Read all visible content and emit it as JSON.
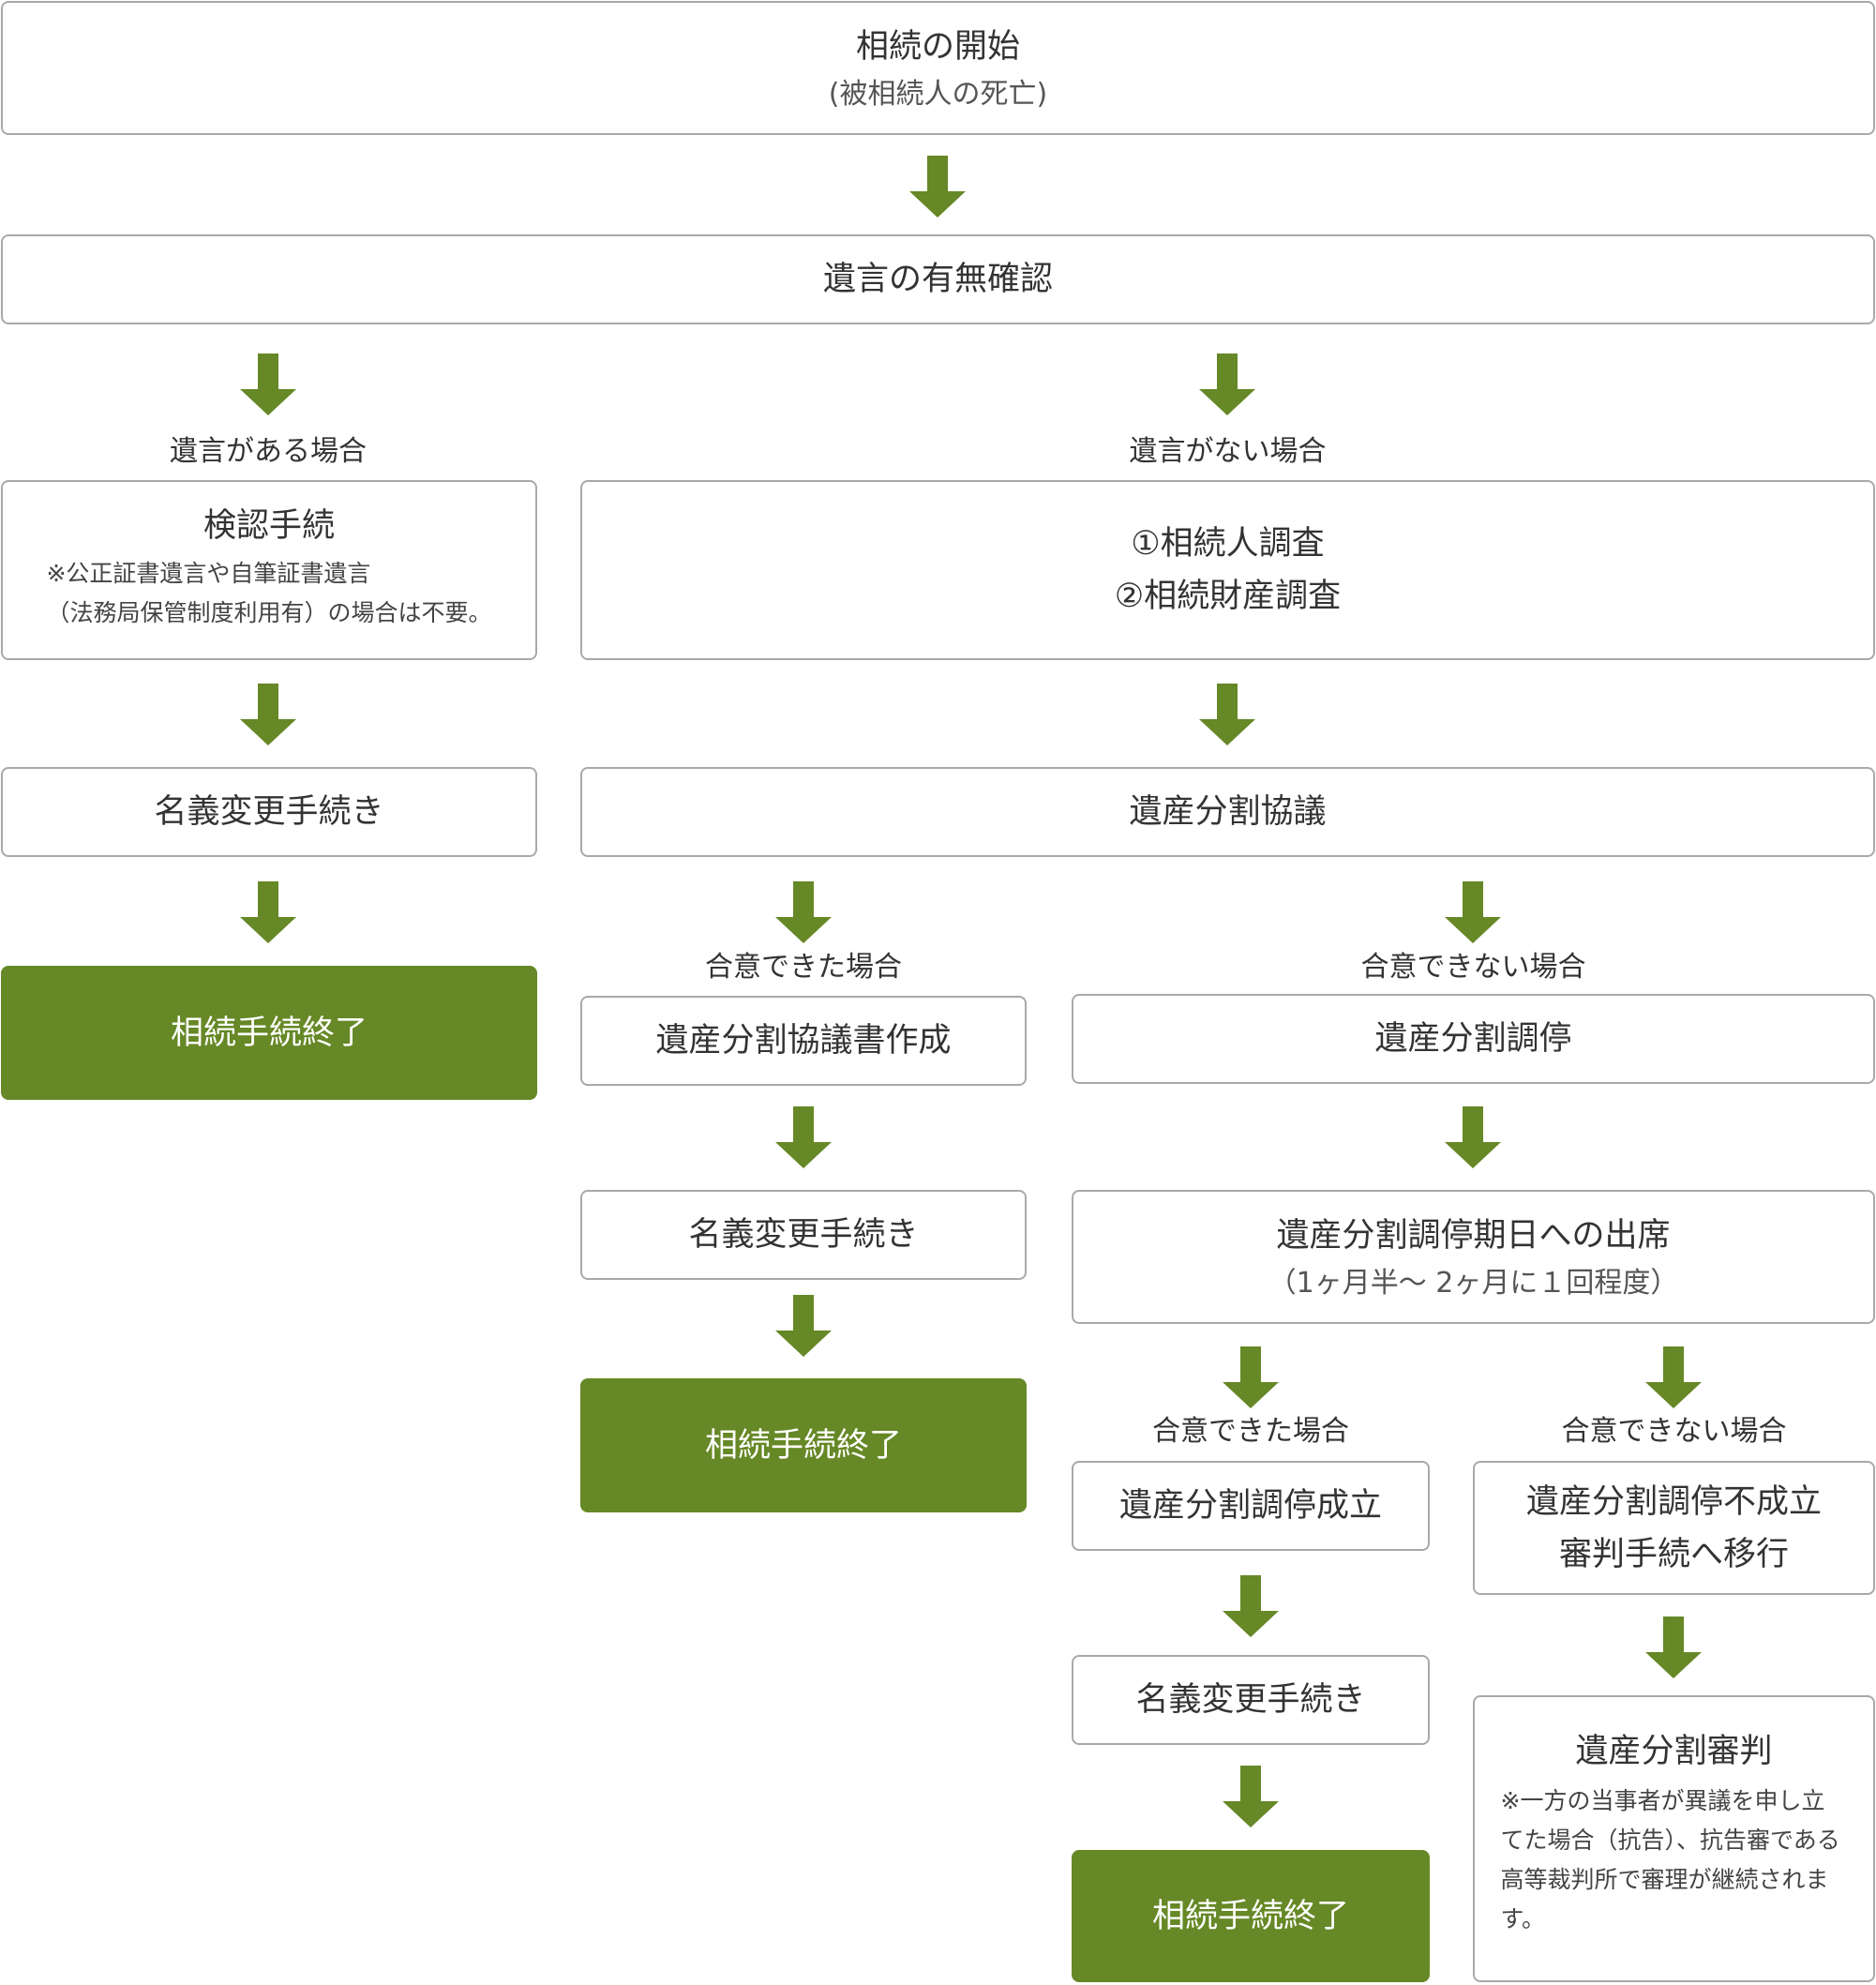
{
  "start": {
    "title": "相続の開始",
    "sub": "(被相続人の死亡)"
  },
  "will_check": "遺言の有無確認",
  "with_will": {
    "label": "遺言がある場合",
    "probate": {
      "title": "検認手続",
      "note_1": "※公正証書遺言や自筆証書遺言",
      "note_2": "（法務局保管制度利用有）の場合は不要。"
    },
    "name_change": "名義変更手続き",
    "end": "相続手続終了"
  },
  "without_will": {
    "label": "遺言がない場合",
    "survey_1": "①相続人調査",
    "survey_2": "②相続財産調査",
    "negotiation": "遺産分割協議",
    "agreed": {
      "label": "合意できた場合",
      "agreement_doc": "遺産分割協議書作成",
      "name_change": "名義変更手続き",
      "end": "相続手続終了"
    },
    "not_agreed": {
      "label": "合意できない場合",
      "mediation": "遺産分割調停",
      "attendance": {
        "title": "遺産分割調停期日への出席",
        "sub": "（1ヶ月半～ 2ヶ月に１回程度）"
      },
      "agreed": {
        "label": "合意できた場合",
        "established": "遺産分割調停成立",
        "name_change": "名義変更手続き",
        "end": "相続手続終了"
      },
      "not_agreed": {
        "label": "合意できない場合",
        "failed_1": "遺産分割調停不成立",
        "failed_2": "審判手続へ移行",
        "judgment": {
          "title": "遺産分割審判",
          "note_1": "※一方の当事者が異議を申し立",
          "note_2": "てた場合（抗告）、抗告審である",
          "note_3": "高等裁判所で審理が継続されま",
          "note_4": "す。"
        }
      }
    }
  },
  "colors": {
    "accent": "#668826",
    "border": "#a9a9a9",
    "text": "#333333",
    "end_text": "#ffffff"
  },
  "icons": {
    "arrow": "down-arrow-icon"
  }
}
